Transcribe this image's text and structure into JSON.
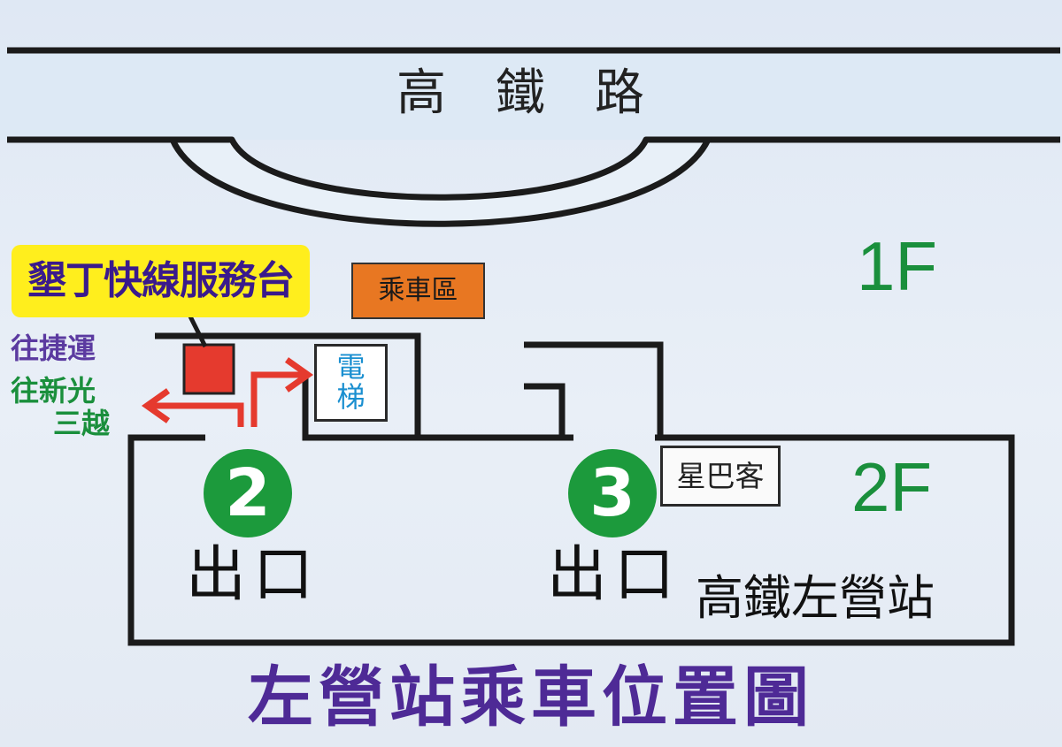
{
  "road": {
    "name": "高　鐵　路"
  },
  "floors": {
    "upper": "1F",
    "lower": "2F"
  },
  "service_counter": {
    "label": "墾丁快線服務台",
    "color": "#ffee1d",
    "text_color": "#3a1a8c"
  },
  "boarding_area": {
    "label": "乘車區",
    "color": "#e87722"
  },
  "elevator": {
    "line1": "電",
    "line2": "梯",
    "text_color": "#1a8fd0"
  },
  "directions": {
    "to_mrt": "往捷運",
    "to_mitsukoshi_line1": "往新光",
    "to_mitsukoshi_line2": "三越",
    "arrow_color": "#e53a2e"
  },
  "exits": [
    {
      "number": "2",
      "label": "出口"
    },
    {
      "number": "3",
      "label": "出口"
    }
  ],
  "shop": {
    "label": "星巴客"
  },
  "station": {
    "name": "高鐵左營站"
  },
  "map_title": "左營站乘車位置圖",
  "colors": {
    "floor_label": "#1a8f3c",
    "exit_badge": "#1c9a3c",
    "title": "#4e2a96",
    "counter_marker": "#e53a2e",
    "road_fill": "#dde9f5"
  }
}
